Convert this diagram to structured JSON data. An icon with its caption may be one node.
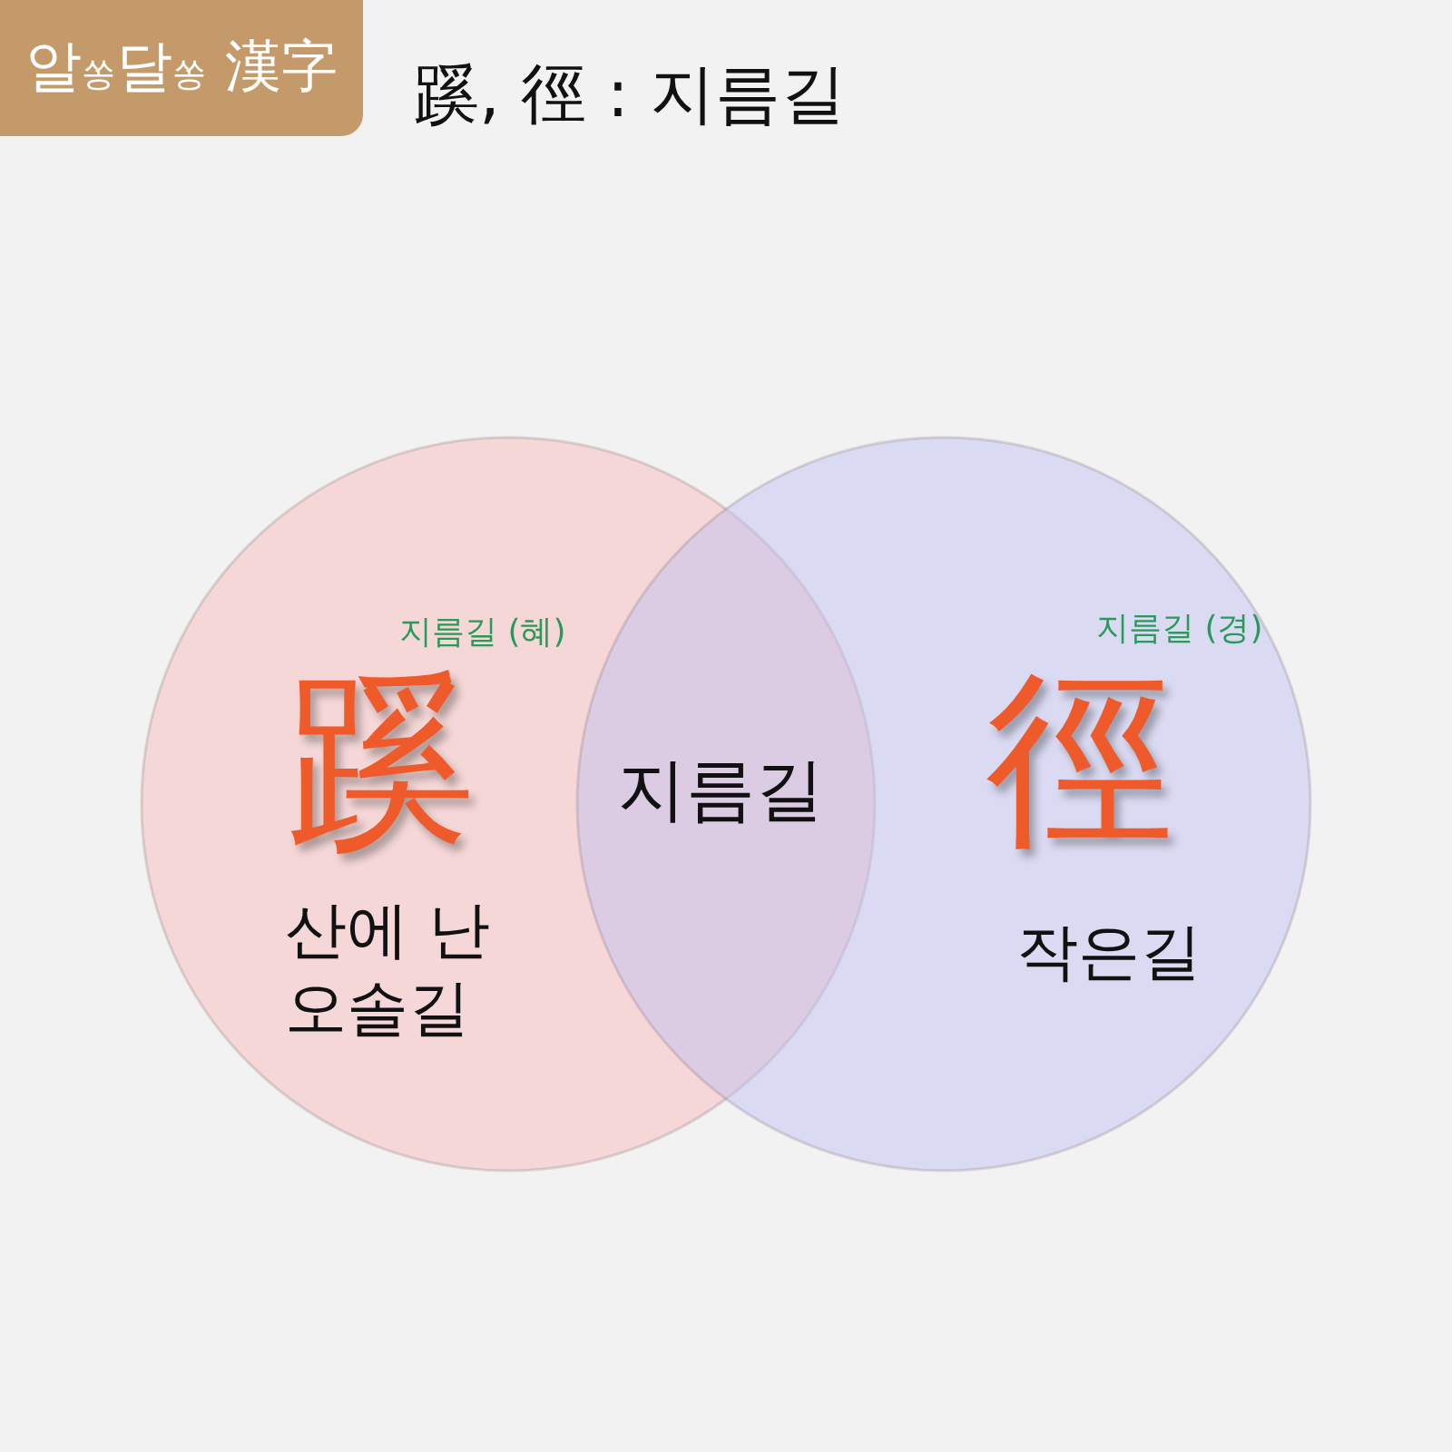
{
  "diagram": {
    "title": "蹊, 徑 : 지름길",
    "nodes": [
      {
        "text": [
          "지름길 (혜)",
          "蹊",
          "산에 난 오솔길"
        ]
      },
      {
        "text": [
          "지름길 (경)",
          "徑",
          "작은길"
        ]
      }
    ],
    "labels": [
      "알$_{쏭}$달$_{쏭}$ 漢字",
      "지름길"
    ]
  }
}
